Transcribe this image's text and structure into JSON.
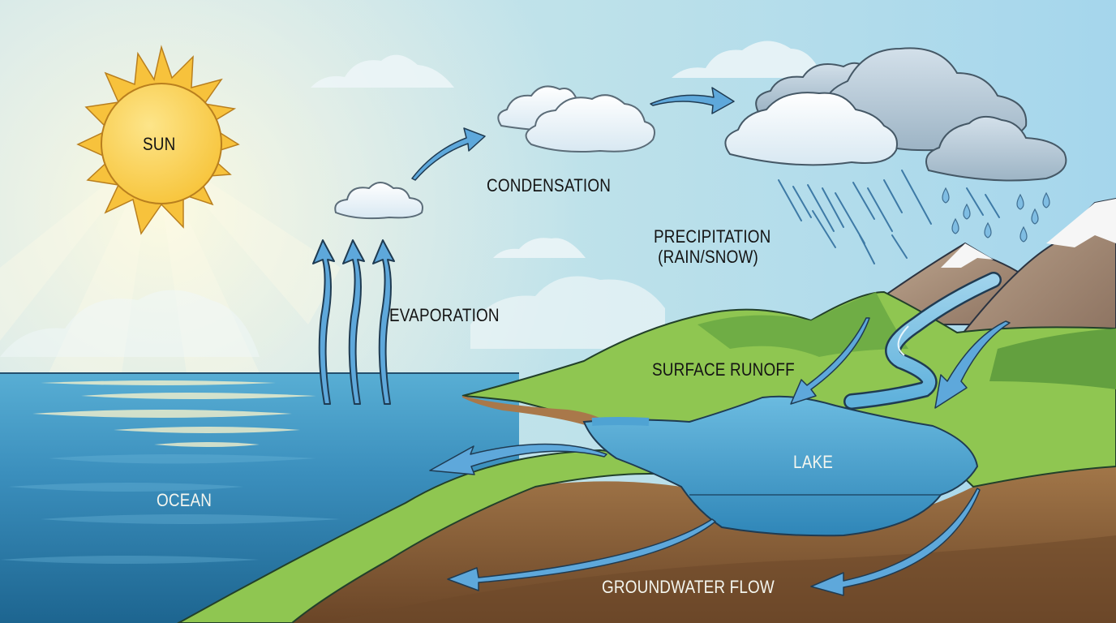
{
  "diagram": {
    "type": "water-cycle",
    "colors": {
      "sky_left": "#c4e3e9",
      "sky_right": "#a6d6ec",
      "sun_core": "#fbd24a",
      "sun_rays": "#f7c23c",
      "ocean_top": "#4ba2cc",
      "ocean_bottom": "#1f6b95",
      "grass_light": "#8fc651",
      "grass_dark": "#5f9f3c",
      "soil_light": "#a97a4c",
      "soil_dark": "#6e4a2a",
      "mountain": "#a48b76",
      "snow": "#f6f6f6",
      "arrow_fill": "#5ea8db",
      "outline": "#1f3b52",
      "cloud_white": "#f1f7fb",
      "cloud_grey": "#b6c9d6"
    },
    "labels": {
      "sun": "SUN",
      "condensation": "CONDENSATION",
      "evaporation": "EVAPORATION",
      "precipitation_line1": "PRECIPITATION",
      "precipitation_line2": "(RAIN/SNOW)",
      "surface_runoff": "SURFACE RUNOFF",
      "lake": "LAKE",
      "ocean": "OCEAN",
      "groundwater_flow": "GROUNDWATER FLOW"
    },
    "elements": [
      {
        "name": "sun",
        "icon": "sun-icon"
      },
      {
        "name": "evaporation-arrows",
        "count": 3,
        "icon": "arrow-up-icon"
      },
      {
        "name": "condensation-arrow",
        "icon": "arrow-curved-right-icon"
      },
      {
        "name": "transport-arrow",
        "icon": "arrow-curved-right-icon"
      },
      {
        "name": "rain-clouds",
        "icon": "cloud-icon"
      },
      {
        "name": "rain",
        "icon": "raindrop-icon"
      },
      {
        "name": "mountains",
        "icon": "mountain-icon"
      },
      {
        "name": "river",
        "icon": "river-icon"
      },
      {
        "name": "runoff-arrows",
        "count": 2,
        "icon": "arrow-down-icon"
      },
      {
        "name": "lake",
        "icon": "lake-icon"
      },
      {
        "name": "lake-to-ocean-arrow",
        "icon": "arrow-left-icon"
      },
      {
        "name": "groundwater-arrows",
        "count": 2,
        "icon": "arrow-left-icon"
      }
    ]
  }
}
